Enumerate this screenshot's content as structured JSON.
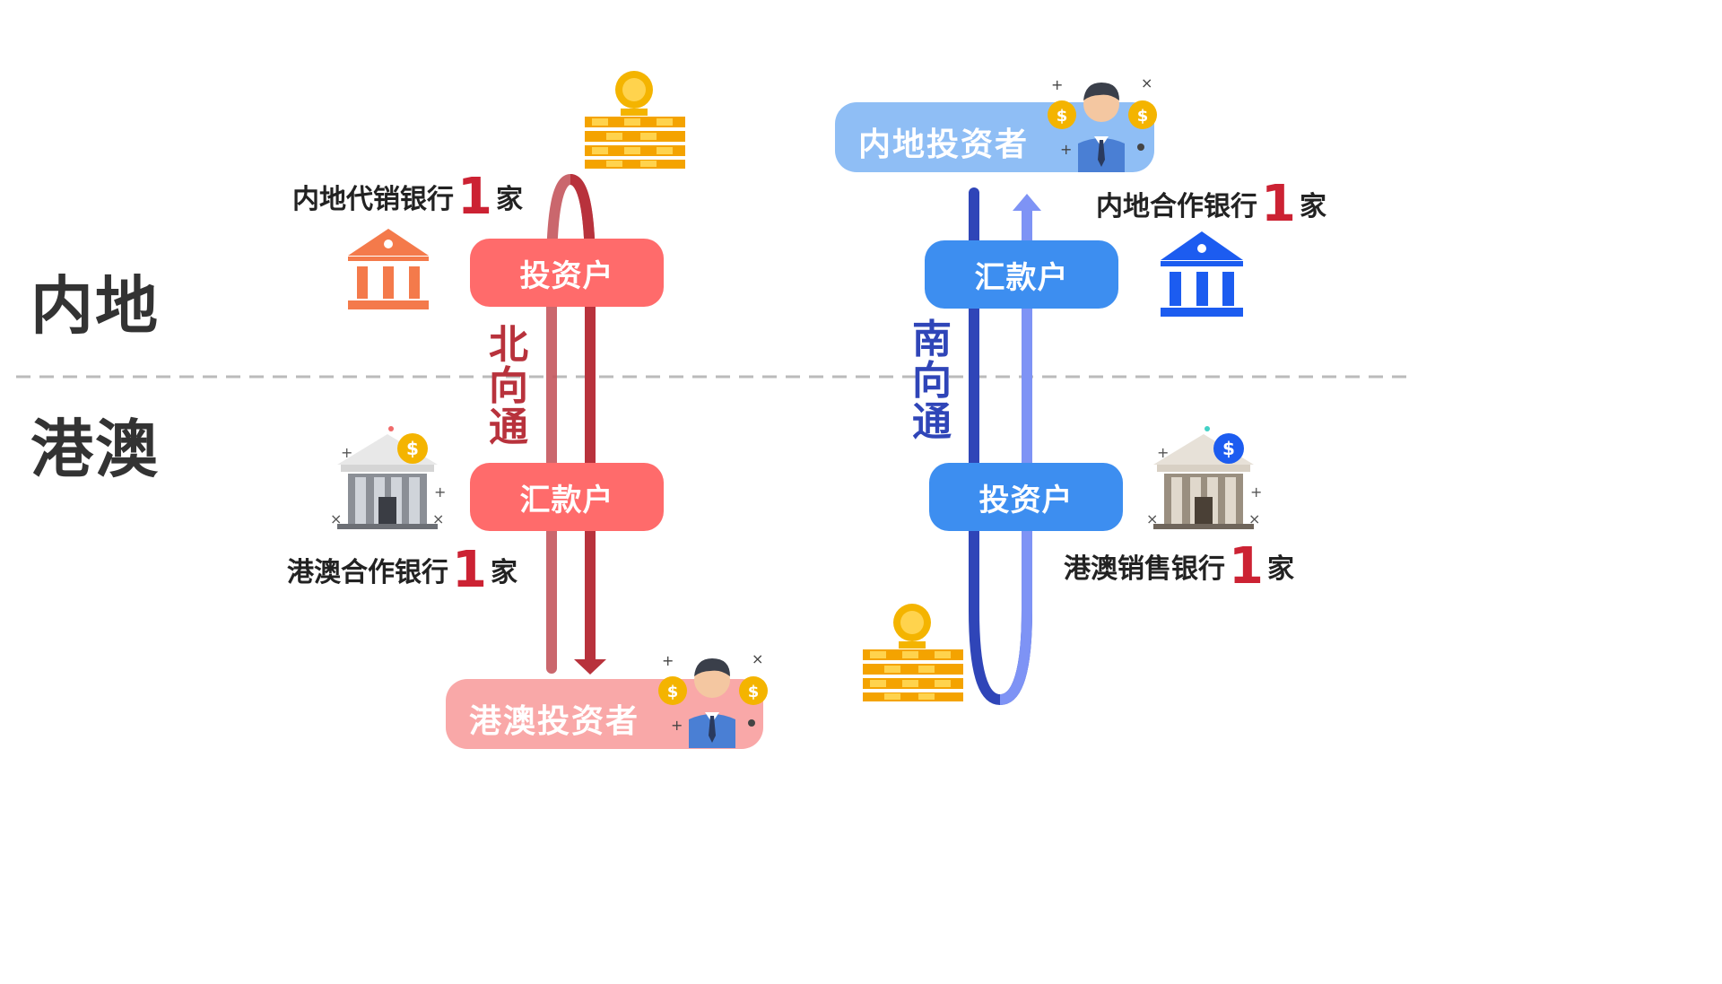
{
  "regions": {
    "mainland": "内地",
    "hkmacau": "港澳"
  },
  "northbound": {
    "label_chars": [
      "北",
      "向",
      "通"
    ],
    "color": "#b8323c",
    "mainland_bank": {
      "name": "内地代销银行",
      "count": "1",
      "unit": "家"
    },
    "hk_bank": {
      "name": "港澳合作银行",
      "count": "1",
      "unit": "家"
    },
    "mainland_account": "投资户",
    "hk_account": "汇款户",
    "investor": "港澳投资者"
  },
  "southbound": {
    "label_chars": [
      "南",
      "向",
      "通"
    ],
    "color": "#2f45b8",
    "mainland_bank": {
      "name": "内地合作银行",
      "count": "1",
      "unit": "家"
    },
    "hk_bank": {
      "name": "港澳销售银行",
      "count": "1",
      "unit": "家"
    },
    "mainland_account": "汇款户",
    "hk_account": "投资户",
    "investor": "内地投资者"
  },
  "colors": {
    "red_pill": "#ff6b6b",
    "pink_pill": "#f9a8a8",
    "blue_pill": "#3d8ef0",
    "light_blue_pill": "#8fbef5",
    "orange_bank": "#f47a4b",
    "blue_bank": "#1c5cf0",
    "count_red": "#cc2233",
    "divider": "#bbbbbb"
  },
  "icons": [
    "bank-icon",
    "coin-stack-icon",
    "investor-avatar-icon",
    "dollar-coin-icon"
  ]
}
